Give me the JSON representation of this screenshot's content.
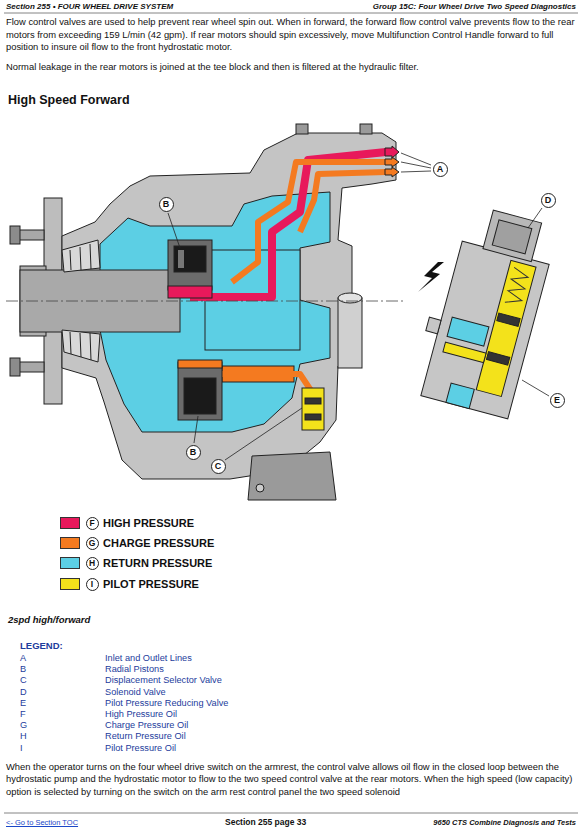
{
  "diagram": {
    "title": "High Speed Forward",
    "caption": "2spd high/forward",
    "nodes": [
      {
        "text": [
          "A"
        ]
      },
      {
        "text": [
          "B"
        ]
      },
      {
        "text": [
          "D"
        ]
      },
      {
        "text": [
          "E"
        ]
      },
      {
        "text": [
          "B"
        ]
      },
      {
        "text": [
          "C"
        ]
      },
      {
        "text": [
          "F"
        ]
      },
      {
        "text": [
          "G"
        ]
      },
      {
        "text": [
          "H"
        ]
      },
      {
        "text": [
          "I"
        ]
      }
    ],
    "labels": [
      "Section 255 • FOUR WHEEL DRIVE SYSTEM",
      "Group 15C: Four Wheel Drive Two Speed Diagnostics",
      "Flow control valves are used to help prevent rear wheel spin out. When in forward, the forward flow control valve prevents flow to the rear motors from exceeding 159 L/min (42 gpm). If rear motors should spin excessively, move Multifunction Control Handle forward to full position to insure oil flow to the front hydrostatic motor.",
      "Normal leakage in the rear motors is joined at the tee block and then is filtered at the hydraulic filter.",
      "LEGEND:",
      "A",
      "Inlet and Outlet Lines",
      "B",
      "Radial Pistons",
      "C",
      "Displacement Selector Valve",
      "D",
      "Solenoid Valve",
      "E",
      "Pilot Pressure Reducing Valve",
      "F",
      "High Pressure Oil",
      "G",
      "Charge Pressure Oil",
      "H",
      "Return Pressure Oil",
      "I",
      "Pilot Pressure Oil",
      "When the operator turns on the four wheel drive switch on the armrest, the control valve allows oil flow in the closed loop between the hydrostatic pump and the hydrostatic motor to flow to the two speed control valve at the rear motors. When the high speed (low capacity) option is selected by turning on the switch on the arm rest control panel the two speed solenoid",
      "<- Go to Section TOC",
      "Section 255 page 33",
      "9650 CTS Combine Diagnosis and Tests"
    ],
    "legend": [
      {
        "text": "HIGH PRESSURE",
        "color": "#e8195b"
      },
      {
        "text": "CHARGE PRESSURE",
        "color": "#f47a20"
      },
      {
        "text": "RETURN PRESSURE",
        "color": "#5ccfe4"
      },
      {
        "text": "PILOT PRESSURE",
        "color": "#f3e21b"
      }
    ]
  }
}
